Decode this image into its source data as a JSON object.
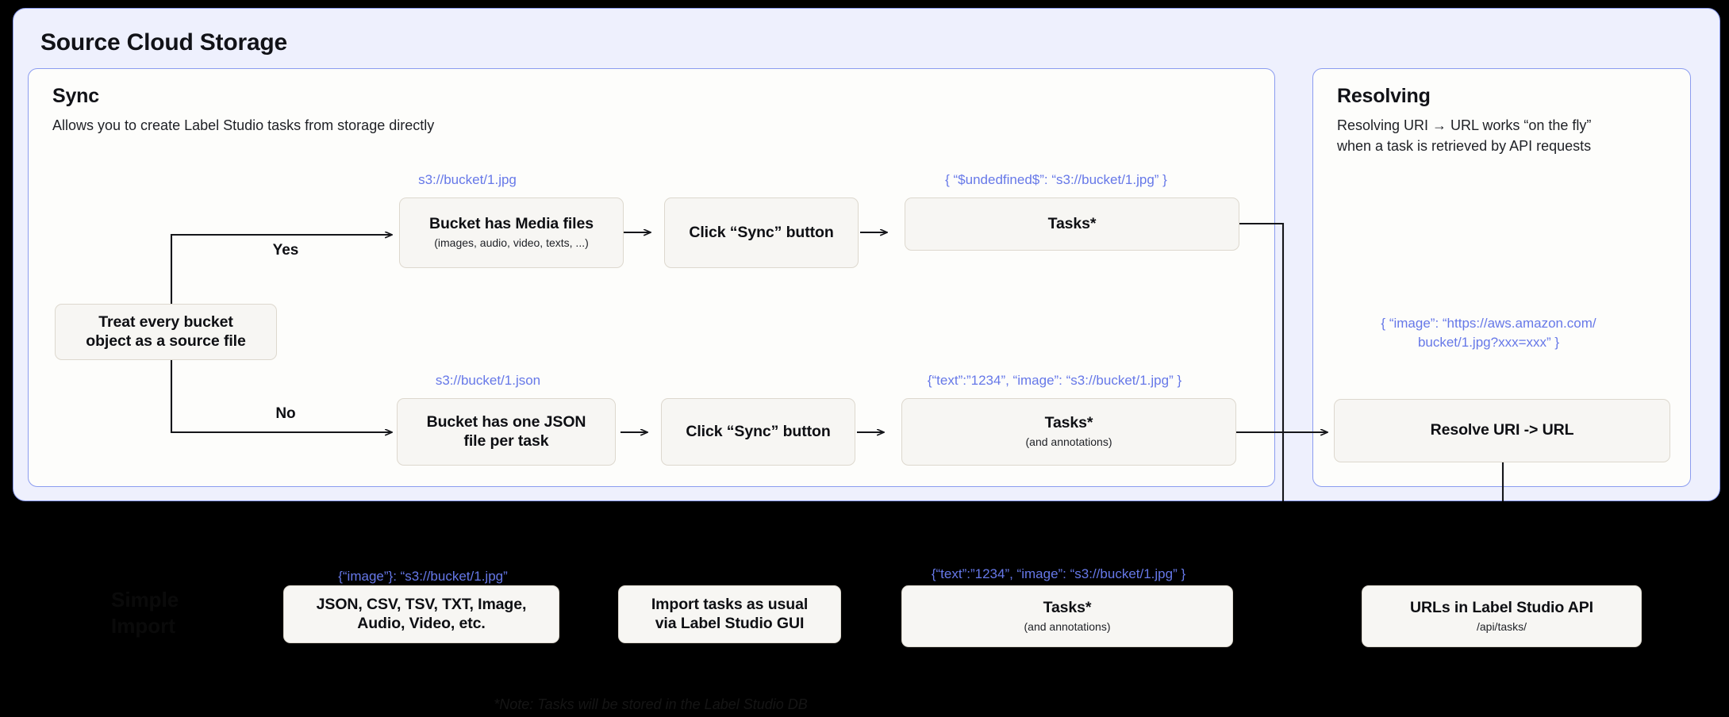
{
  "colors": {
    "outer_card_bg": "#eef0fd",
    "panel_bg": "#fdfdfb",
    "panel_border": "#8b9cf0",
    "box_bg": "#f7f6f3",
    "box_border": "#ddd8ce",
    "accent_blue": "#6678e8",
    "text_dark": "#0e0f13",
    "dark_zone_bg": "#000000"
  },
  "outer": {
    "title": "Source Cloud Storage"
  },
  "sync_panel": {
    "title": "Sync",
    "subtitle": "Allows you to create Label Studio tasks from storage directly",
    "decision_box": "Treat every bucket\nobject as a source file",
    "branch_yes_label": "Yes",
    "branch_no_label": "No",
    "yes_row": {
      "uri_label": "s3://bucket/1.jpg",
      "box1_title": "Bucket has Media files",
      "box1_sub": "(images, audio, video, texts, ...)",
      "box2_title": "Click “Sync” button",
      "result_label": "{ “$undedfined$”: “s3://bucket/1.jpg” }",
      "result_title": "Tasks*"
    },
    "no_row": {
      "uri_label": "s3://bucket/1.json",
      "box1_title": "Bucket has one JSON\nfile per task",
      "box2_title": "Click “Sync” button",
      "result_label": "{“text”:”1234”,  “image”: “s3://bucket/1.jpg” }",
      "result_title": "Tasks*",
      "result_sub": "(and annotations)"
    }
  },
  "resolving_panel": {
    "title": "Resolving",
    "subtitle": "Resolving URI → URL works “on the fly”\nwhen a task is retrieved by API requests",
    "json_label": "{ “image”: “https://aws.amazon.com/\nbucket/1.jpg?xxx=xxx” }",
    "box_title": "Resolve URI -> URL"
  },
  "bottom": {
    "ghost_heading": "Simple\nImport",
    "formats_label": "{“image”}: “s3://bucket/1.jpg”",
    "formats_box": "JSON, CSV, TSV, TXT, Image,\nAudio, Video, etc.",
    "import_box": "Import tasks as usual\nvia Label Studio GUI",
    "tasks_label": "{“text”:”1234”,  “image”: “s3://bucket/1.jpg” }",
    "tasks_title": "Tasks*",
    "tasks_sub": "(and annotations)",
    "api_title": "URLs in Label Studio API",
    "api_sub": "/api/tasks/",
    "note": "*Note: Tasks will be stored in the Label Studio DB"
  }
}
